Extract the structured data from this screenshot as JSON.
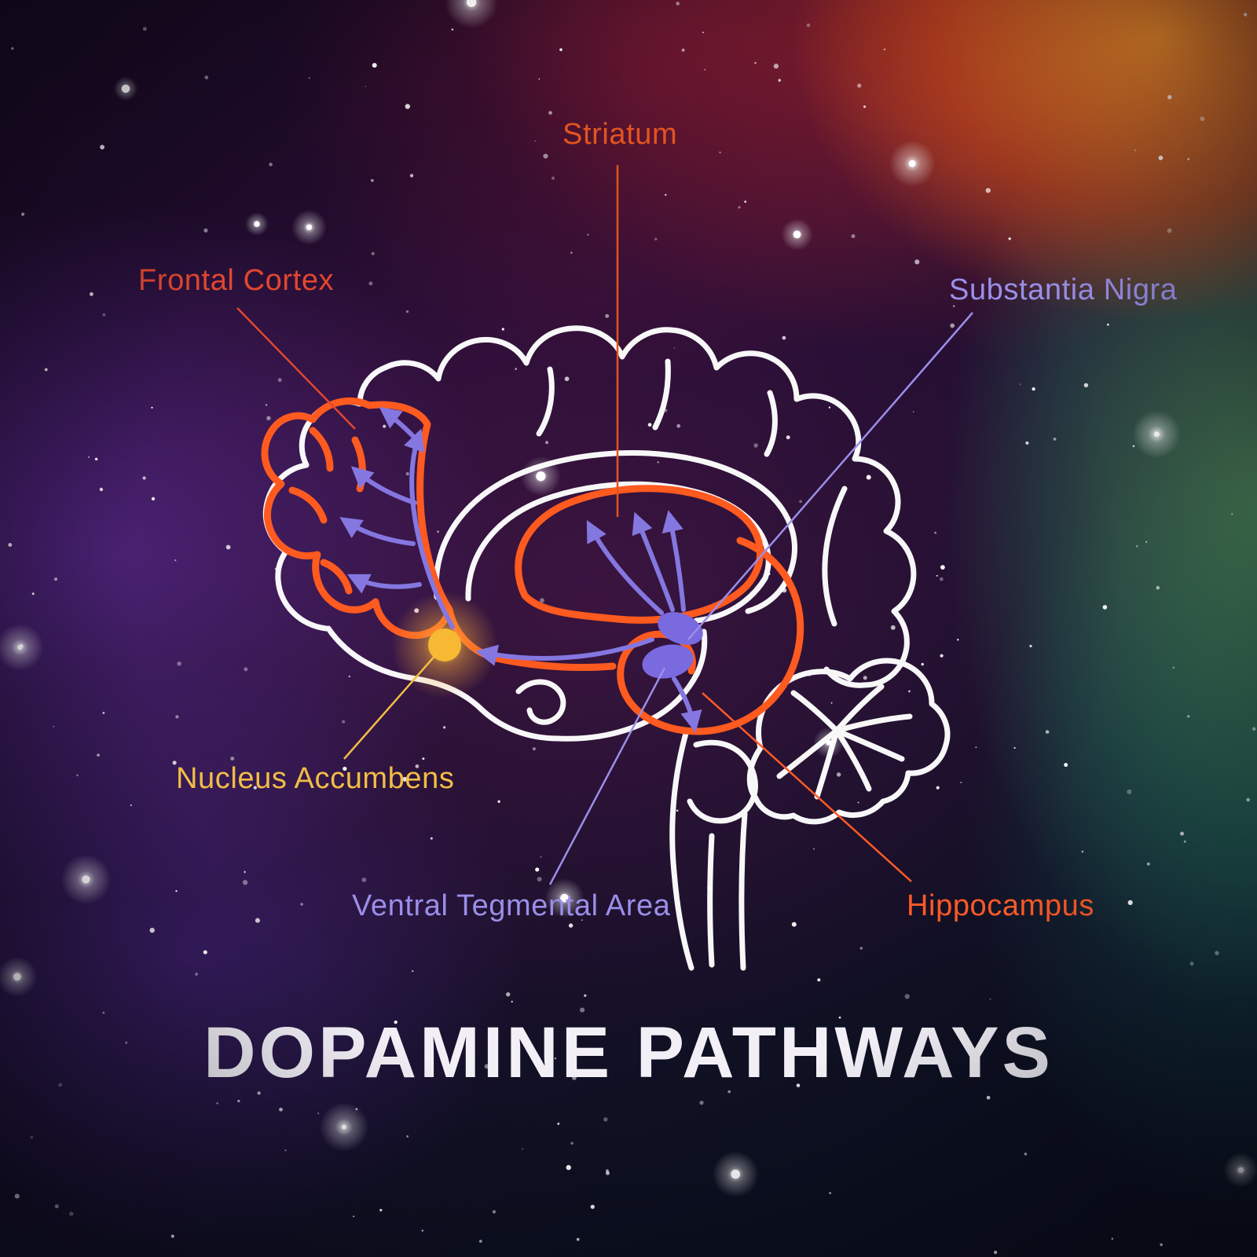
{
  "poster": {
    "title": "DOPAMINE PATHWAYS",
    "labels": [
      {
        "id": "frontal-cortex",
        "text": "Frontal Cortex",
        "color": "#e2472e"
      },
      {
        "id": "striatum",
        "text": "Striatum",
        "color": "#e25420"
      },
      {
        "id": "substantia-nigra",
        "text": "Substantia Nigra",
        "color": "#9a8fe8"
      },
      {
        "id": "nucleus-accumbens",
        "text": "Nucleus Accumbens",
        "color": "#f2bd45"
      },
      {
        "id": "ventral-tegmental-area",
        "text": "Ventral Tegmental Area",
        "color": "#9a8fe8"
      },
      {
        "id": "hippocampus",
        "text": "Hippocampus",
        "color": "#ff5a26"
      }
    ],
    "colors": {
      "brain_outline": "#ffffff",
      "pathway_orange": "#ff5a1f",
      "pathway_purple": "#8577e0",
      "nucleus_glow": "#f7b833",
      "title_color": "#f2f0f6"
    }
  }
}
